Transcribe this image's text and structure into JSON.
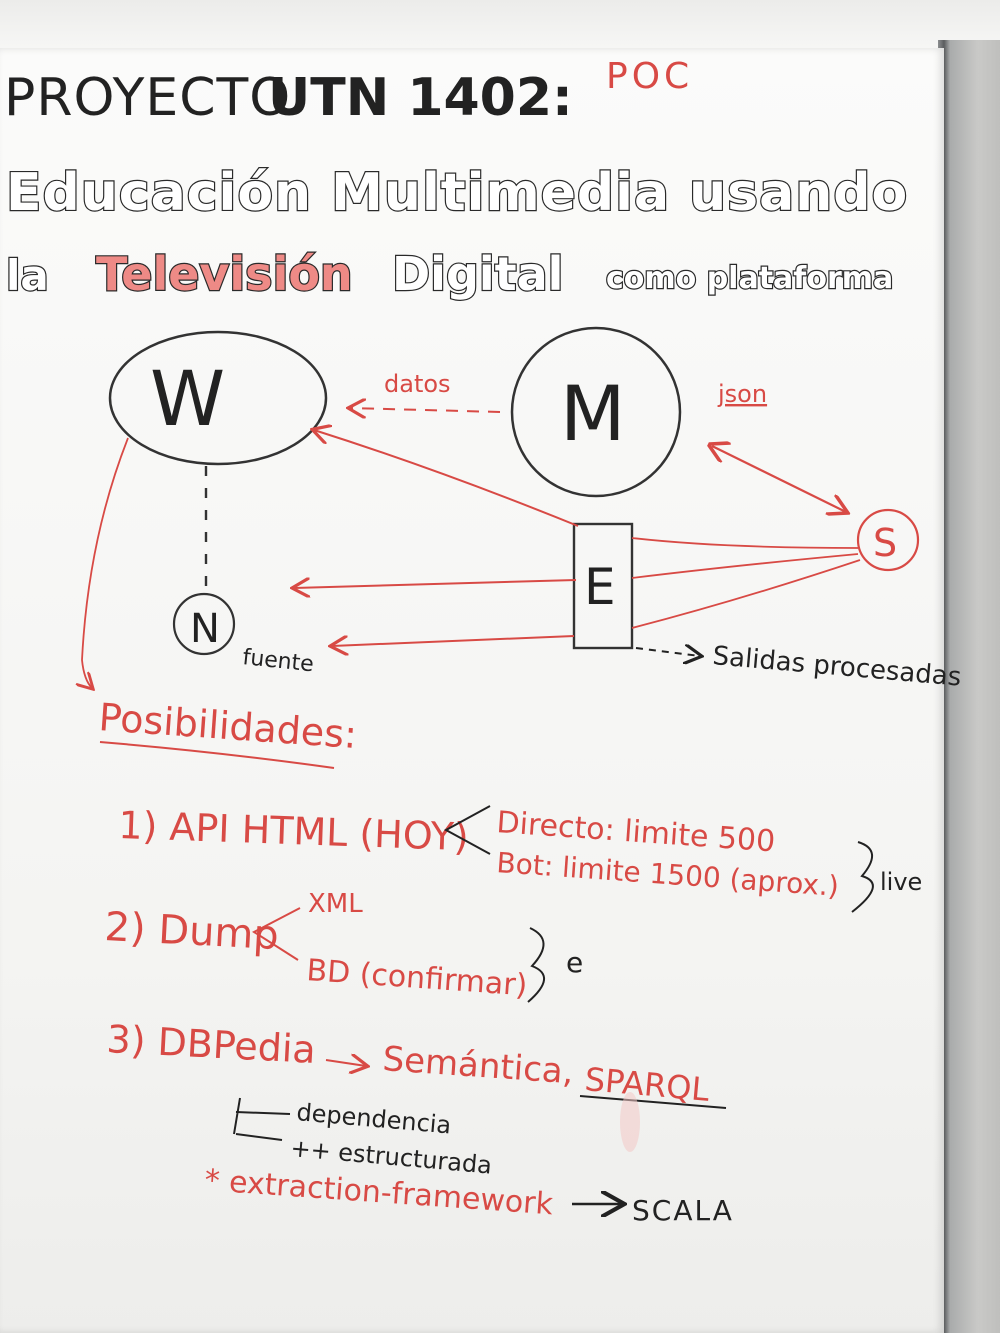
{
  "header": {
    "project": "PROYECTO",
    "code": "UTN 1402:",
    "stamp": "POC"
  },
  "title": {
    "line1": "Educación Multimedia usando",
    "line2_a": "la",
    "line2_b": "Televisión",
    "line2_c": "Digital",
    "line2_d": "como plataforma"
  },
  "diagram": {
    "node_w": "W",
    "node_m": "M",
    "node_e": "E",
    "node_s": "S",
    "node_n": "N",
    "label_datos": "datos",
    "label_json": "json",
    "label_fuente": "fuente",
    "label_salida": "Salidas procesadas"
  },
  "notes": {
    "heading": "Posibilidades:",
    "item1": "1) API HTML (HOY)",
    "item1_a": "Directo: limite 500",
    "item1_b": "Bot: limite 1500 (aprox.)",
    "live": "live",
    "item2": "2) Dump",
    "item2_a": "XML",
    "item2_b": "BD (confirmar)",
    "e": "e",
    "item3": "3) DBPedia",
    "item3_target": "Semántica,",
    "sparql": "SPARQL",
    "dep": "dependencia",
    "struct": "++ estructurada",
    "extraction": "* extraction-framework",
    "scala": "SCALA"
  },
  "colors": {
    "marker_black": "#222222",
    "marker_red": "#d84a45",
    "board": "#f7f7f5"
  }
}
